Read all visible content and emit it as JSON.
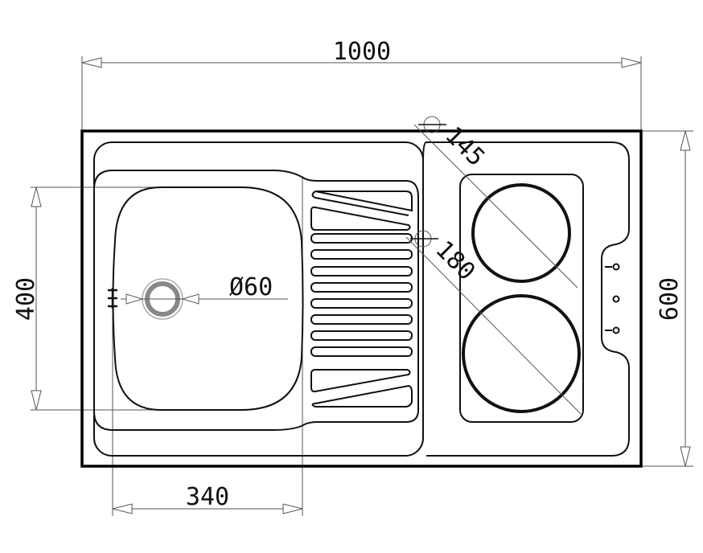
{
  "title": "Sink and hob combination unit drawing",
  "dimensions": {
    "total_width": "1000",
    "total_depth": "600",
    "bowl_depth": "400",
    "bowl_width": "340",
    "drain_diameter": "Ø60",
    "small_hotplate_diameter": "145",
    "large_hotplate_diameter": "180"
  },
  "colors": {
    "line": "#111111",
    "dimension_line": "#555555",
    "drain_ring": "#888888"
  }
}
